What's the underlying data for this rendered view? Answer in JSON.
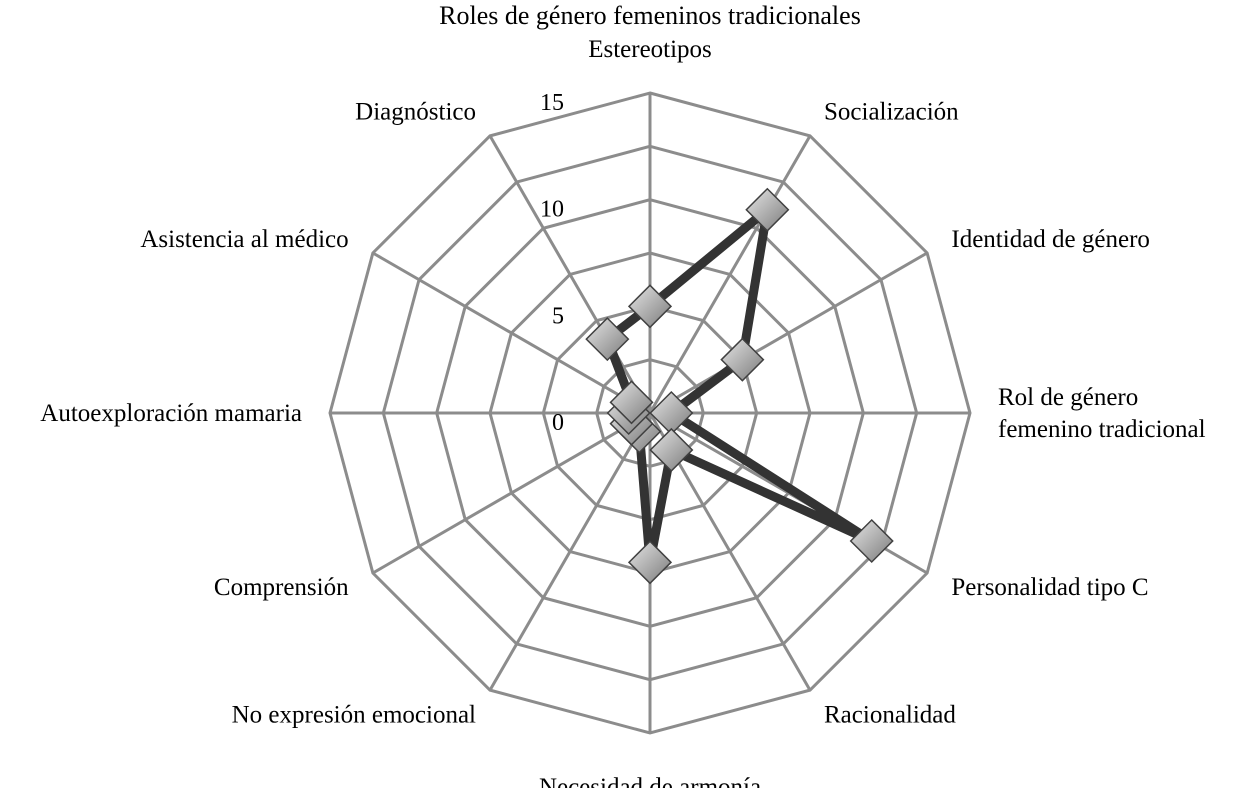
{
  "chart_data": {
    "type": "radar",
    "title": "Roles de género femeninos tradicionales",
    "categories": [
      "Estereotipos",
      "Socialización",
      "Identidad de género",
      "Rol de género femenino tradicional",
      "Personalidad tipo C",
      "Racionalidad",
      "Necesidad de armonía",
      "No expresión emocional",
      "Comprensión",
      "Autoexploración mamaria",
      "Asistencia al médico",
      "Diagnóstico"
    ],
    "category_label_lines": [
      [
        "Estereotipos"
      ],
      [
        "Socialización"
      ],
      [
        "Identidad de género"
      ],
      [
        "Rol de género",
        "femenino tradicional"
      ],
      [
        "Personalidad tipo C"
      ],
      [
        "Racionalidad"
      ],
      [
        "Necesidad de armonía"
      ],
      [
        "No expresión emocional"
      ],
      [
        "Comprensión"
      ],
      [
        "Autoexploración mamaria"
      ],
      [
        "Asistencia al médico"
      ],
      [
        "Diagnóstico"
      ]
    ],
    "series": [
      {
        "values": [
          5,
          11,
          5,
          1,
          12,
          2,
          7,
          1,
          1,
          1,
          1,
          4
        ]
      }
    ],
    "rlim": [
      0,
      15
    ],
    "ticks": [
      0,
      5,
      10,
      15
    ],
    "grid": true,
    "marker": "diamond",
    "colors": {
      "grid": "#8c8c8c",
      "line": "#333333",
      "marker_light": "#e6e6e6",
      "marker_dark": "#7a7a7a",
      "marker_stroke": "#404040"
    }
  }
}
